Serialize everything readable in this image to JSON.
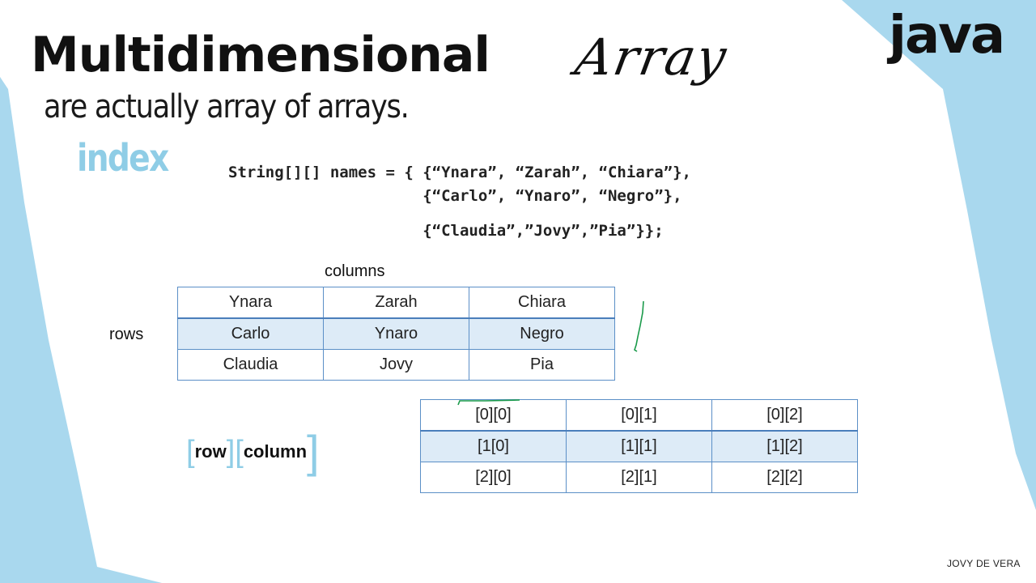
{
  "slide": {
    "title": "Multidimensional",
    "subtitle": "are actually array of arrays.",
    "handwritten_title": "Array",
    "logo": "java",
    "index_label": "index",
    "code_lines": [
      "String[][] names = { {“Ynara”, “Zarah”, “Chiara”},",
      "                     {“Carlo”, “Ynaro”, “Negro”},",
      "                     {“Claudia”,”Jovy”,”Pia”}};"
    ],
    "columns_label": "columns",
    "rows_label": "rows",
    "names_table": [
      [
        "Ynara",
        "Zarah",
        "Chiara"
      ],
      [
        "Carlo",
        "Ynaro",
        "Negro"
      ],
      [
        "Claudia",
        "Jovy",
        "Pia"
      ]
    ],
    "index_table": [
      [
        "[0][0]",
        "[0][1]",
        "[0][2]"
      ],
      [
        "[1[0]",
        "[1][1]",
        "[1][2]"
      ],
      [
        "[2][0]",
        "[2][1]",
        "[2][2]"
      ]
    ],
    "row_column": {
      "open1": "[",
      "row": "row",
      "mid": "][",
      "column": "column",
      "close": "]"
    },
    "author": "JOVY DE VERA"
  },
  "colors": {
    "accent_blue": "#a9d8ee",
    "index_blue": "#8fcde6",
    "table_border": "#5b8fc7",
    "table_shade": "#ddebf7",
    "annotation_green": "#1a9a4a"
  }
}
